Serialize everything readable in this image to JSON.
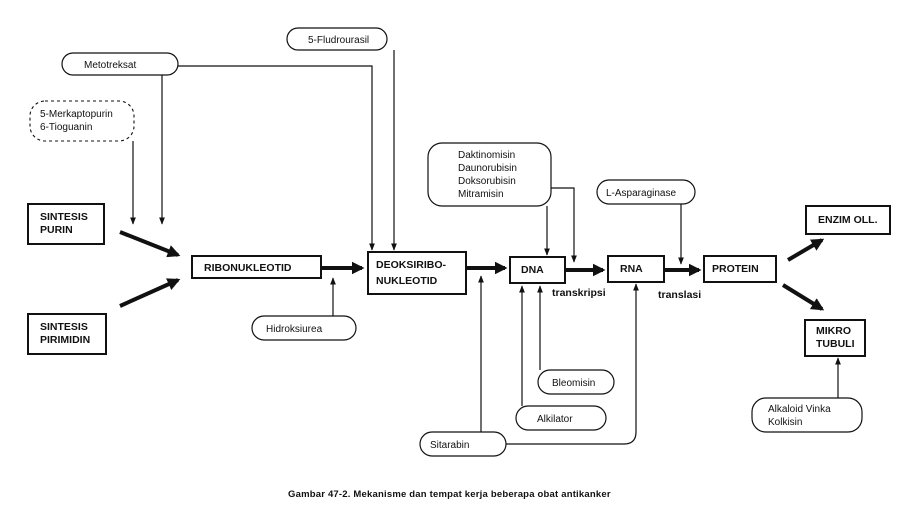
{
  "diagram": {
    "boxes": {
      "sintesis_purin": [
        "SINTESIS",
        "PURIN"
      ],
      "sintesis_pirimidin": [
        "SINTESIS",
        "PIRIMIDIN"
      ],
      "ribonukleotid": "RIBONUKLEOTID",
      "deoksiribonukleotid": [
        "DEOKSIRIBO-",
        "NUKLEOTID"
      ],
      "dna": "DNA",
      "rna": "RNA",
      "protein": "PROTEIN",
      "enzim": "ENZIM OLL.",
      "mikrotubuli": [
        "MIKRO",
        "TUBULI"
      ]
    },
    "drugs": {
      "fludrourasil": "5-Fludrourasil",
      "metotreksat": "Metotreksat",
      "merkaptopurin": [
        "5-Merkaptopurin",
        "6-Tioguanin"
      ],
      "daktinomisin": [
        "Daktinomisin",
        "Daunorubisin",
        "Doksorubisin",
        "Mitramisin"
      ],
      "asparaginase": "L-Asparaginase",
      "hidroksiurea": "Hidroksiurea",
      "bleomisin": "Bleomisin",
      "alkilator": "Alkilator",
      "sitarabin": "Sitarabin",
      "alkaloid": [
        "Alkaloid Vinka",
        "Kolkisin"
      ]
    },
    "edge_labels": {
      "transkripsi": "transkripsi",
      "translasi": "translasi"
    },
    "caption": "Gambar 47-2. Mekanisme dan tempat kerja beberapa obat antikanker"
  }
}
